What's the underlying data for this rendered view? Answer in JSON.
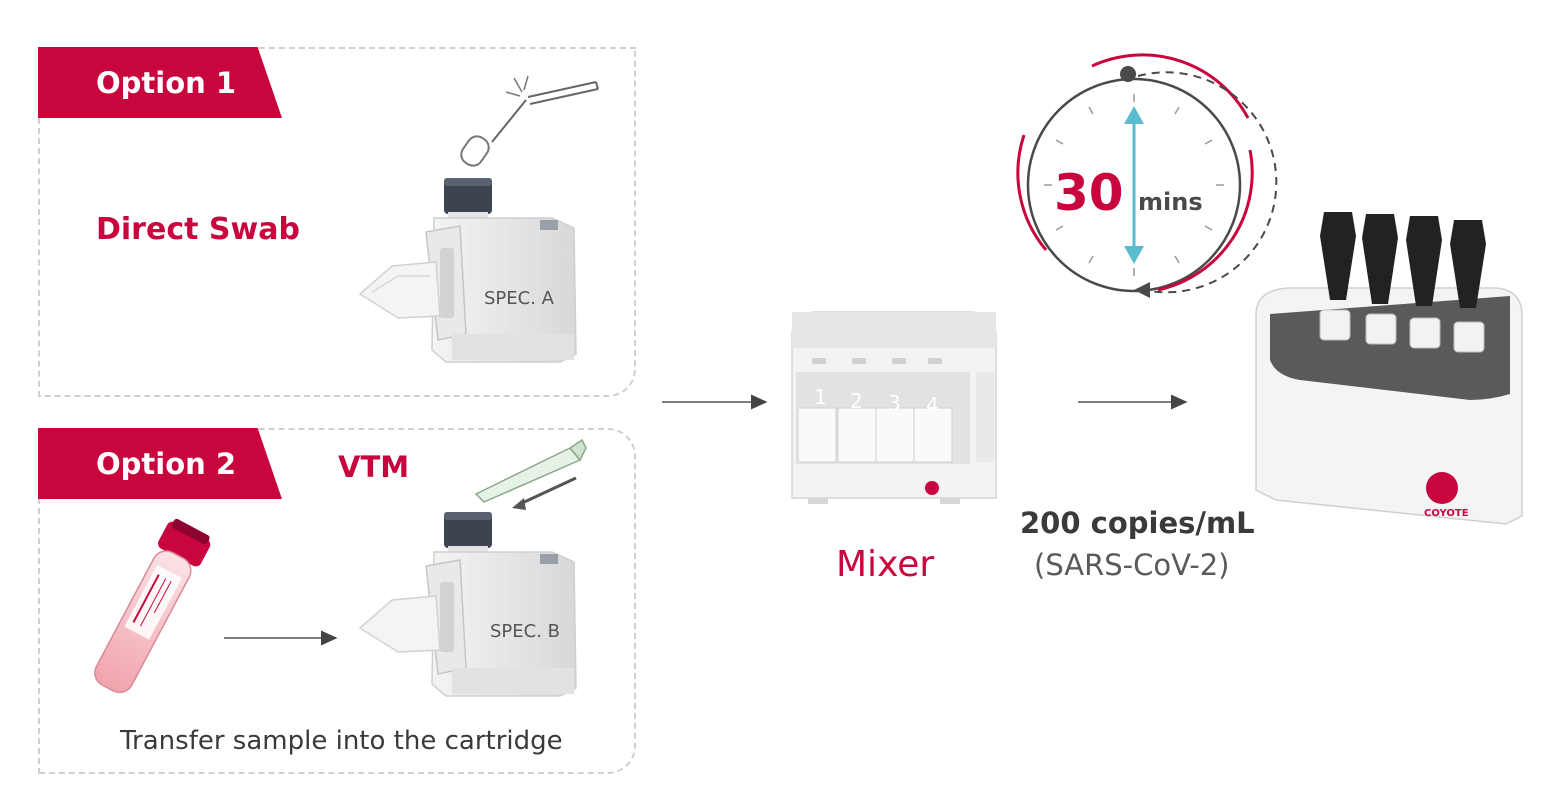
{
  "option1": {
    "tab_label": "Option 1",
    "method_label": "Direct Swab",
    "cartridge_label": "SPEC. A"
  },
  "option2": {
    "tab_label": "Option 2",
    "method_label": "VTM",
    "cartridge_label": "SPEC. B",
    "caption": "Transfer sample into the cartridge"
  },
  "mixer": {
    "label": "Mixer",
    "slots": [
      "1",
      "2",
      "3",
      "4"
    ]
  },
  "timer": {
    "value": "30",
    "unit": "mins"
  },
  "sensitivity": {
    "value_label": "200 copies/mL",
    "target_label": "(SARS-CoV-2)"
  },
  "analyzer": {
    "brand": "COYOTE"
  },
  "colors": {
    "accent": "#c8053d",
    "timer_arrow": "#5bbcd0",
    "text_gray": "#3a3a3a"
  },
  "icons": [
    "swab-icon",
    "cartridge-icon",
    "vtm-tube-icon",
    "pipette-icon",
    "mixer-device-icon",
    "timer-icon",
    "analyzer-device-icon",
    "arrow-right-icon"
  ]
}
